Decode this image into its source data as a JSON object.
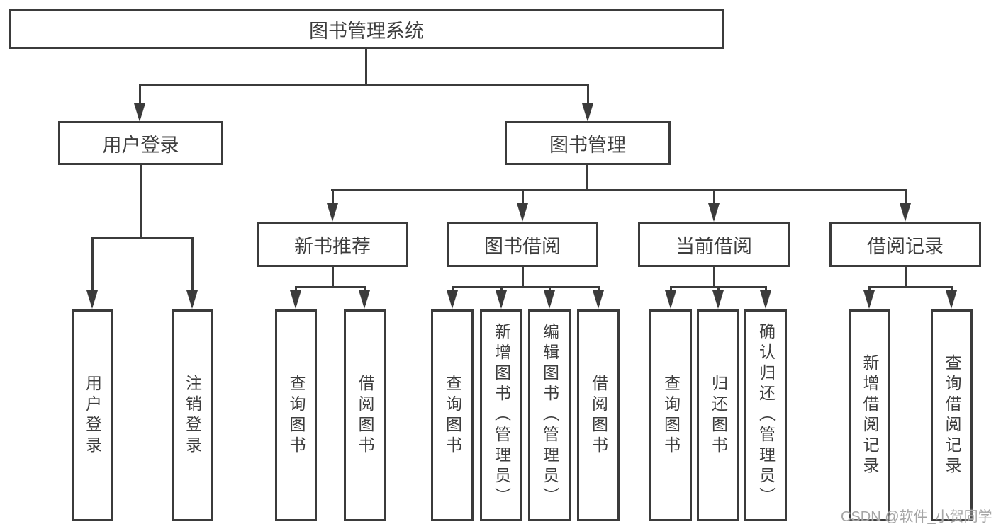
{
  "diagram": {
    "title": "图书管理系统",
    "tree": {
      "label": "图书管理系统",
      "children": [
        {
          "label": "用户登录",
          "children": [
            {
              "label": "用户登录"
            },
            {
              "label": "注销登录"
            }
          ]
        },
        {
          "label": "图书管理",
          "children": [
            {
              "label": "新书推荐",
              "children": [
                {
                  "label": "查询图书"
                },
                {
                  "label": "借阅图书"
                }
              ]
            },
            {
              "label": "图书借阅",
              "children": [
                {
                  "label": "查询图书"
                },
                {
                  "label": "新增图书（管理员）"
                },
                {
                  "label": "编辑图书（管理员）"
                },
                {
                  "label": "借阅图书"
                }
              ]
            },
            {
              "label": "当前借阅",
              "children": [
                {
                  "label": "查询图书"
                },
                {
                  "label": "归还图书"
                },
                {
                  "label": "确认归还（管理员）"
                }
              ]
            },
            {
              "label": "借阅记录",
              "children": [
                {
                  "label": "新增借阅记录"
                },
                {
                  "label": "查询借阅记录"
                }
              ]
            }
          ]
        }
      ]
    }
  },
  "watermark": {
    "text": "CSDN @软件_小贺同学"
  },
  "colors": {
    "line": "#3b3b3b",
    "text": "#3d3d3d",
    "watermark": "#a5a5a5",
    "background": "#ffffff"
  }
}
